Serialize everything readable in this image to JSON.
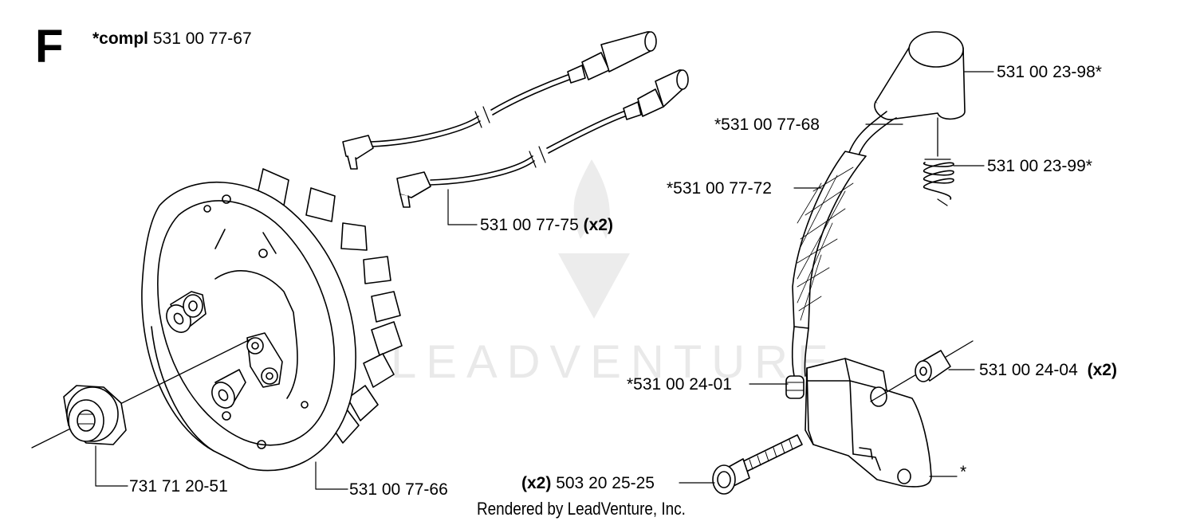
{
  "section": "F",
  "kit": {
    "prefix": "*compl",
    "number": "531 00 77-67"
  },
  "parts": {
    "boot": {
      "number": "531 00 23-98*"
    },
    "cable_68": {
      "number": "*531 00 77-68"
    },
    "spring": {
      "number": "531 00 23-99*"
    },
    "cable_72": {
      "number": "*531 00 77-72"
    },
    "wires": {
      "number": "531 00 77-75",
      "qty": "(x2)"
    },
    "grommet": {
      "number": "*531 00 24-01"
    },
    "spacer": {
      "number": "531 00 24-04",
      "qty": "(x2)"
    },
    "screw": {
      "qty": "(x2)",
      "number": "503 20 25-25"
    },
    "coil": {
      "number": "*"
    },
    "nut": {
      "number": "731 71 20-51"
    },
    "flywheel": {
      "number": "531 00 77-66"
    }
  },
  "watermark": {
    "text": "LEADVENTURE"
  },
  "footer": {
    "text": "Rendered by LeadVenture, Inc."
  }
}
